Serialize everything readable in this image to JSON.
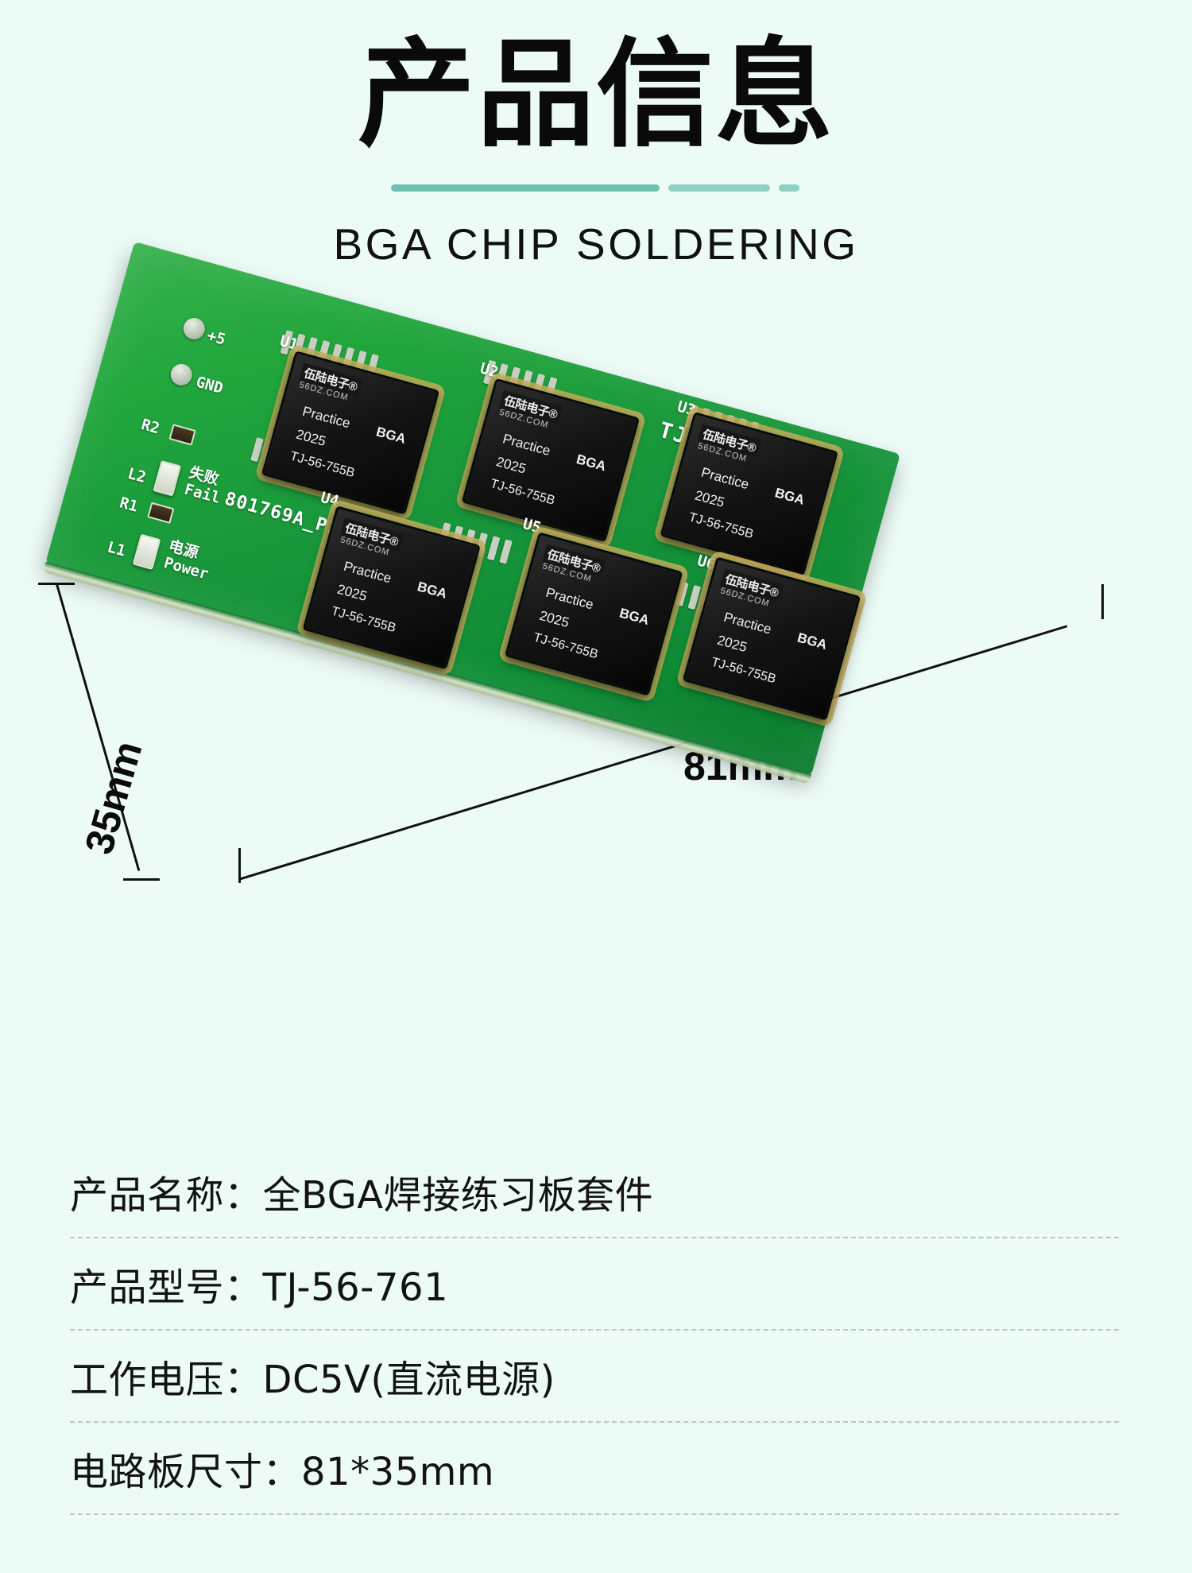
{
  "header": {
    "title": "产品信息",
    "subtitle": "BGA CHIP SOLDERING",
    "divider_colors": [
      "#6fc0b0",
      "#8fd0c3",
      "#8fd0c3"
    ]
  },
  "background_color": "#edfbf7",
  "photo": {
    "alt": "绿色BGA焊接练习板，带6颗BGA芯片",
    "dimensions": {
      "width_label": "81mm",
      "height_label": "35mm"
    },
    "board": {
      "color": "#17953a",
      "silkscreen": {
        "board_code": "801769A_P1214_250821",
        "edge_code": "TJ-56-761",
        "power_pad": "+5",
        "ground_pad": "GND",
        "led_fail_cn": "失败",
        "led_fail_en": "Fail",
        "led_power_cn": "电源",
        "led_power_en": "Power",
        "ref_l1": "L1",
        "ref_l2": "L2",
        "ref_r1": "R1",
        "ref_r2": "R2",
        "ref_u1": "U1",
        "ref_u2": "U2",
        "ref_u3": "U3",
        "ref_u4": "U4",
        "ref_u5": "U5",
        "ref_u6": "U6"
      },
      "chip_marking": {
        "brand": "伍陆电子®",
        "domain": "56DZ.COM",
        "line1": "Practice",
        "line2": "BGA",
        "line3": "2025",
        "line4": "TJ-56-755B"
      }
    }
  },
  "specs": [
    {
      "label": "产品名称：",
      "value": "全BGA焊接练习板套件"
    },
    {
      "label": "产品型号：",
      "value": "TJ-56-761"
    },
    {
      "label": "工作电压：",
      "value": "DC5V(直流电源)"
    },
    {
      "label": "电路板尺寸：",
      "value": "81*35mm"
    }
  ]
}
